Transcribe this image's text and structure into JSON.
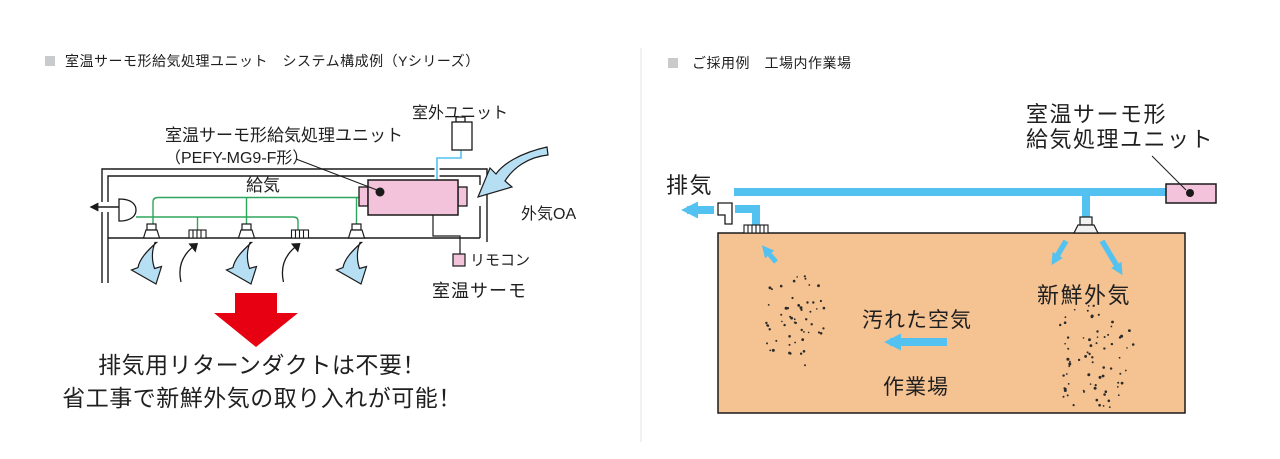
{
  "left_panel": {
    "title": "室温サーモ形給気処理ユニット　システム構成例（Yシリーズ）",
    "labels": {
      "unit_name": "室温サーモ形給気処理ユニット",
      "unit_model": "（PEFY-MG9-F形）",
      "outdoor_unit": "室外ユニット",
      "supply_air": "給気",
      "outdoor_air": "外気OA",
      "remote_controller": "リモコン",
      "room_thermo": "室温サーモ"
    },
    "slogan_line1": "排気用リターンダクトは不要！",
    "slogan_line2": "省工事で新鮮外気の取り入れが可能！"
  },
  "right_panel": {
    "title": "ご採用例　工場内作業場",
    "labels": {
      "unit_name_line1": "室温サーモ形",
      "unit_name_line2": "給気処理ユニット",
      "exhaust": "排気",
      "fresh_outdoor_air": "新鮮外気",
      "dirty_air": "汚れた空気",
      "workspace": "作業場"
    }
  },
  "colors": {
    "cyan": "#53C2F0",
    "lightblue": "#B7DFF4",
    "pink": "#F2C3DA",
    "magenta": "#E4007F",
    "red": "#E60012",
    "green": "#2EA55C",
    "orange": "#F5C292",
    "gray": "#C9CACB",
    "ink": "#1a1a1a"
  }
}
